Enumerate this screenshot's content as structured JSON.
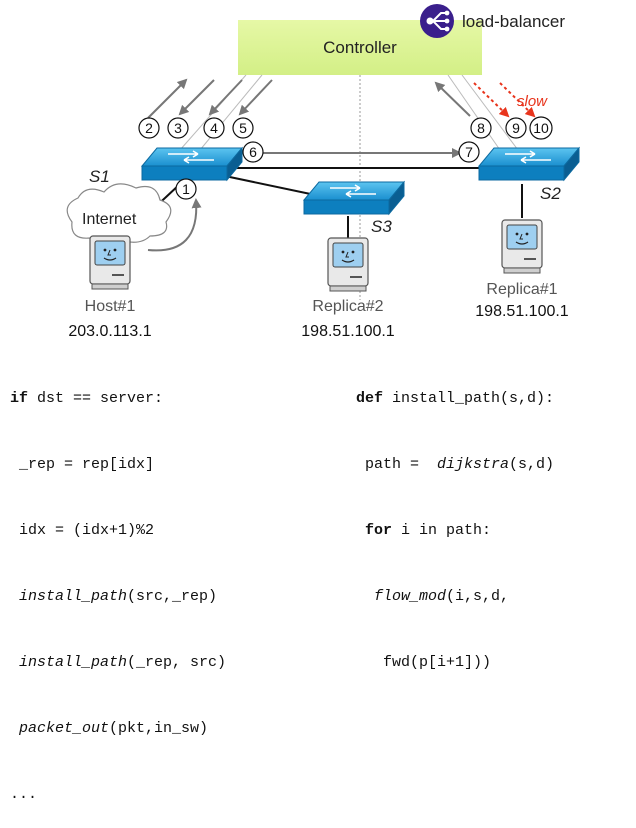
{
  "controller": {
    "label": "Controller"
  },
  "load_balancer": {
    "label": "load-balancer"
  },
  "slow_label": "slow",
  "switches": {
    "s1": "S1",
    "s2": "S2",
    "s3": "S3"
  },
  "internet": "Internet",
  "hosts": {
    "host1": {
      "name": "Host#1",
      "ip": "203.0.113.1"
    },
    "replica2": {
      "name": "Replica#2",
      "ip": "198.51.100.1"
    },
    "replica1": {
      "name": "Replica#1",
      "ip": "198.51.100.1"
    }
  },
  "steps": [
    "1",
    "2",
    "3",
    "4",
    "5",
    "6",
    "7",
    "8",
    "9",
    "10"
  ],
  "code_left": {
    "l1_kw": "if",
    "l1_rest": " dst == server:",
    "l2": " _rep = rep[idx]",
    "l3": " idx = (idx+1)%2",
    "l4_fn": "install_path",
    "l4_rest": "(src,_rep)",
    "l5_fn": "install_path",
    "l5_rest": "(_rep, src)",
    "l6_fn": "packet_out",
    "l6_rest": "(pkt,in_sw)",
    "l7": "..."
  },
  "code_right": {
    "l1_kw": "def",
    "l1_rest": " install_path(s,d):",
    "l2_pre": " path =  ",
    "l2_fn": "dijkstra",
    "l2_rest": "(s,d)",
    "l3_kw": "for",
    "l3_rest": " i in path:",
    "l4_fn": "flow_mod",
    "l4_rest": "(i,s,d,",
    "l5": "   fwd(p[i+1]))"
  },
  "colors": {
    "controller_fill": "#dff598",
    "switch_top": "#1e9fd8",
    "switch_side": "#0b6fa8",
    "slow_arrow": "#e8341c",
    "arrow": "#777777"
  }
}
